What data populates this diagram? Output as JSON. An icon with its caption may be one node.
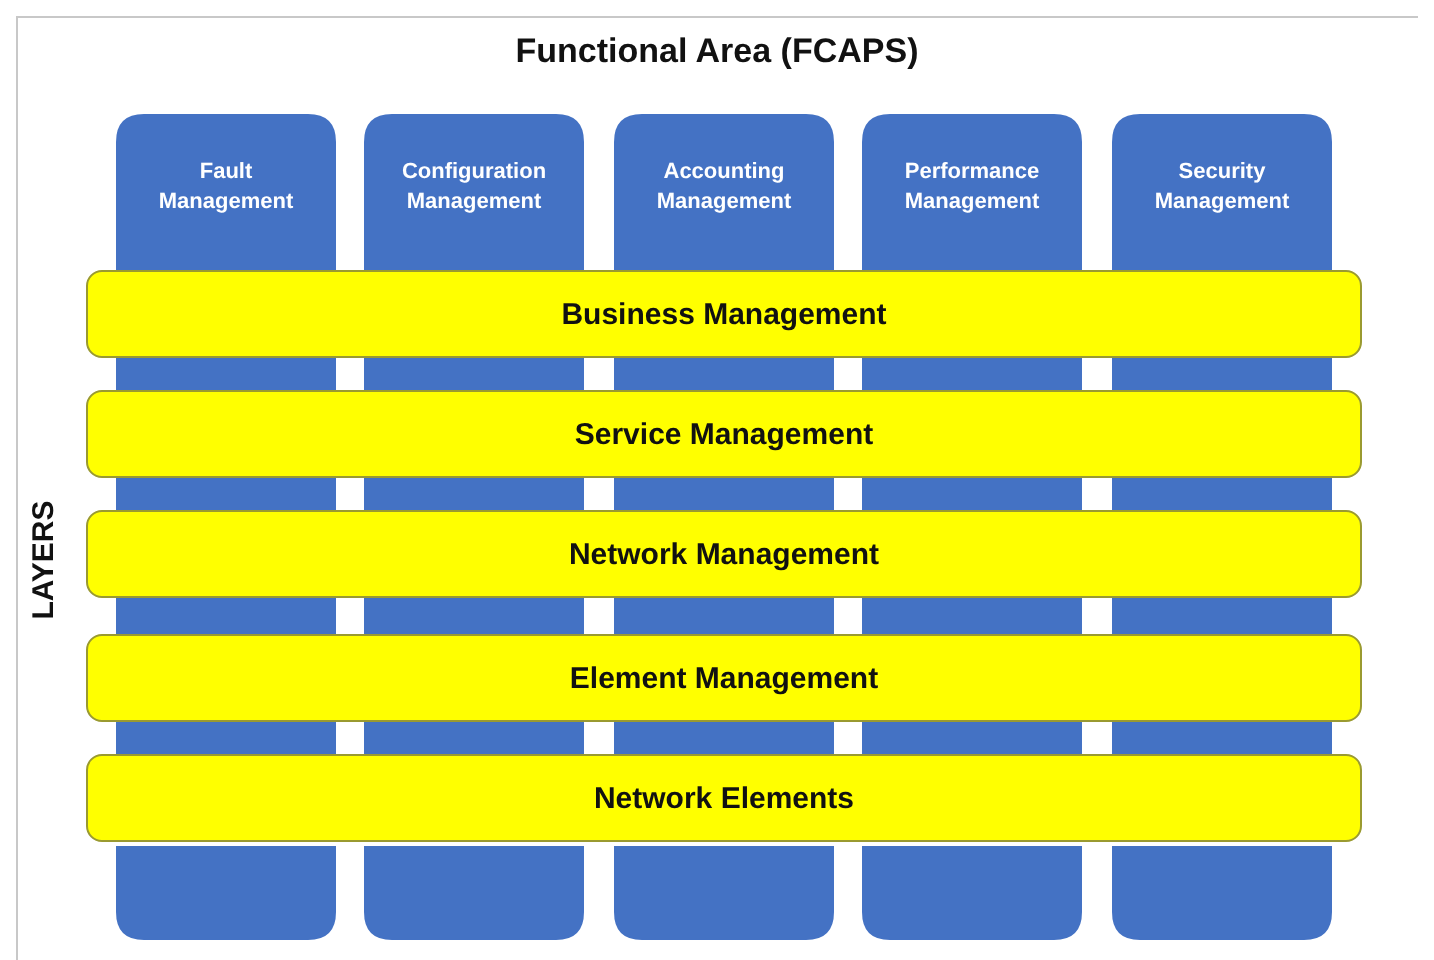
{
  "diagram": {
    "title": "Functional Area (FCAPS)",
    "nodes": [
      {
        "text": [
          "Fault Management"
        ]
      },
      {
        "text": [
          "Configuration Management"
        ]
      },
      {
        "text": [
          "Accounting Management"
        ]
      },
      {
        "text": [
          "Performance Management"
        ]
      },
      {
        "text": [
          "Security Management"
        ]
      },
      {
        "text": [
          "Business Management"
        ]
      },
      {
        "text": [
          "Service Management"
        ]
      },
      {
        "text": [
          "Network Management"
        ]
      },
      {
        "text": [
          "Element Management"
        ]
      },
      {
        "text": [
          "Network Elements"
        ]
      }
    ],
    "edges": [],
    "labels": [
      "LAYERS"
    ]
  }
}
